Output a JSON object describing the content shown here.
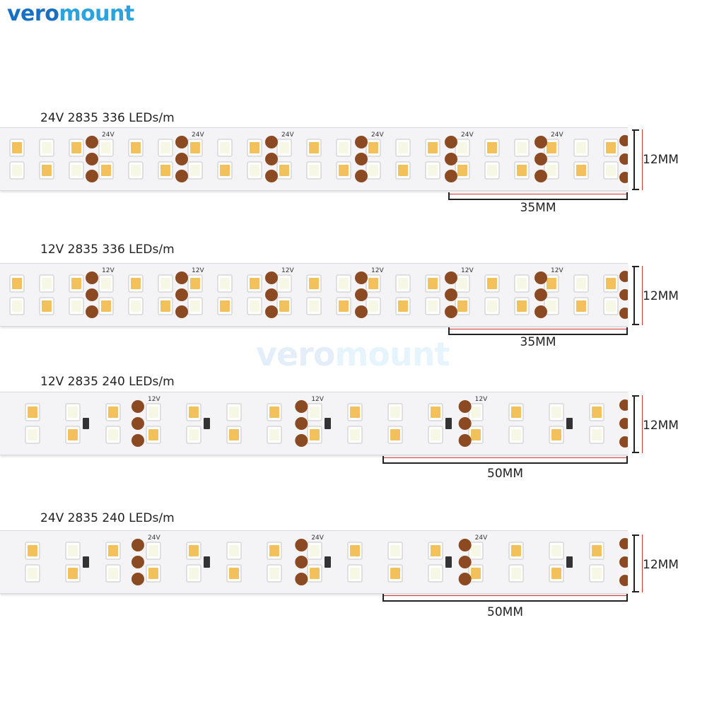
{
  "brand": {
    "logo_part1": "vero",
    "logo_part2": "mount"
  },
  "colors": {
    "brand_dark": "#1670c4",
    "brand_light": "#2ba3df",
    "led_warm": "#f2c15b",
    "led_white": "#f7f7e6",
    "led_frame": "#d7d7d7",
    "pad_copper": "#8b4a22",
    "pcb": "#f4f4f6",
    "dimension_line": "#222222",
    "dimension_accent": "#d33333"
  },
  "strips": [
    {
      "title": "24V 2835 336 LEDs/m",
      "width_label": "12MM",
      "cut_label": "35MM",
      "board_voltage": "24V",
      "led_rows": 2,
      "cut_pitch": 35
    },
    {
      "title": "12V 2835 336 LEDs/m",
      "width_label": "12MM",
      "cut_label": "35MM",
      "board_voltage": "12V",
      "led_rows": 2,
      "cut_pitch": 35
    },
    {
      "title": "12V 2835 240 LEDs/m",
      "width_label": "12MM",
      "cut_label": "50MM",
      "board_voltage": "12V",
      "led_rows": 2,
      "cut_pitch": 50
    },
    {
      "title": "24V 2835 240 LEDs/m",
      "width_label": "12MM",
      "cut_label": "50MM",
      "board_voltage": "24V",
      "led_rows": 2,
      "cut_pitch": 50
    }
  ]
}
